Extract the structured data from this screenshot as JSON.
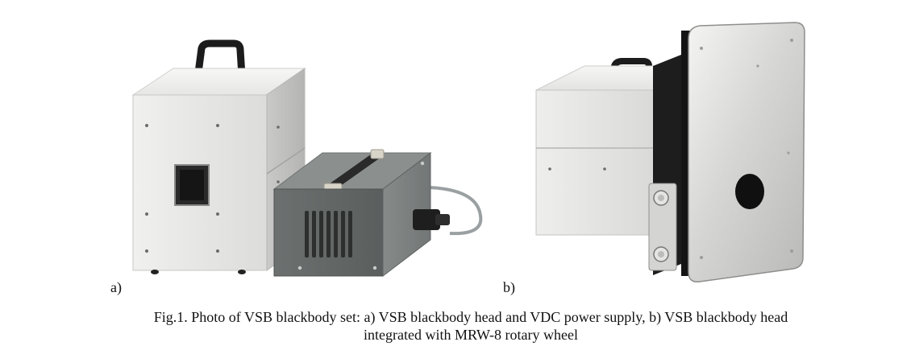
{
  "figure": {
    "panel_a_label": "a)",
    "panel_b_label": "b)",
    "caption_line1": "Fig.1. Photo of VSB blackbody set: a) VSB blackbody head and VDC power supply, b)  VSB blackbody head",
    "caption_line2": "integrated with  MRW-8 rotary wheel"
  }
}
